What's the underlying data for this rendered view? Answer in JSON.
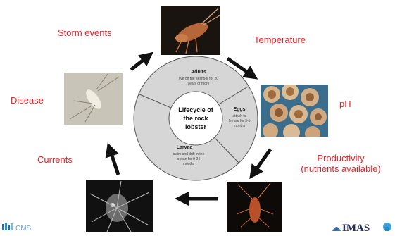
{
  "factors": {
    "storm_events": "Storm events",
    "temperature": "Temperature",
    "ph": "pH",
    "productivity_line1": "Productivity",
    "productivity_line2": "(nutrients  available)",
    "currents": "Currents",
    "disease": "Disease"
  },
  "center": {
    "line1": "Lifecycle of",
    "line2": "the rock",
    "line3": "lobster"
  },
  "segments": {
    "adults": {
      "title": "Adults",
      "sub1": "live on the seafloor for 20",
      "sub2": "years or more"
    },
    "eggs": {
      "title": "Eggs",
      "sub1": "attach to",
      "sub2": "female for 3-5",
      "sub3": "months"
    },
    "larvae": {
      "title": "Larvae",
      "sub1": "swim and drift in the",
      "sub2": "ocean for 9-24",
      "sub3": "months"
    }
  },
  "logos": {
    "left": "CMS",
    "right": "IMAS"
  },
  "colors": {
    "factor_text": "#e8242b",
    "arrow": "#111111",
    "ring": "#d4d4d4",
    "inner": "#ffffff"
  }
}
